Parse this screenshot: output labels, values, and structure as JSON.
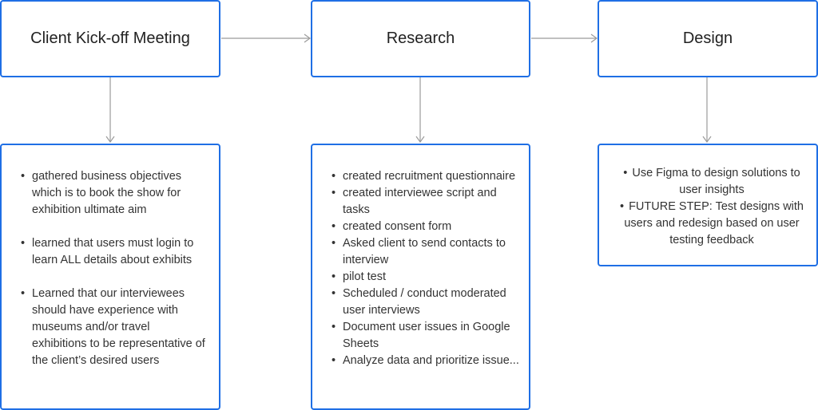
{
  "steps": [
    {
      "title": "Client Kick-off Meeting",
      "items": [
        "gathered business objectives which is to book the show for exhibition ultimate aim",
        "learned that users must login to learn ALL details about exhibits",
        "Learned that our interviewees should have experience with museums and/or travel exhibitions to be representative of the client’s desired users"
      ]
    },
    {
      "title": "Research",
      "items": [
        "created recruitment questionnaire",
        "created interviewee script and tasks",
        "created consent form",
        "Asked client to send contacts to interview",
        "pilot test",
        "Scheduled / conduct moderated user interviews",
        "Document user issues in Google Sheets",
        "Analyze data and prioritize issue..."
      ]
    },
    {
      "title": "Design",
      "items": [
        "Use Figma to design solutions to user insights",
        "FUTURE STEP: Test designs with users and redesign based on user testing feedback"
      ]
    }
  ],
  "colors": {
    "border": "#1f6fe5",
    "arrow": "#9b9b9b"
  }
}
